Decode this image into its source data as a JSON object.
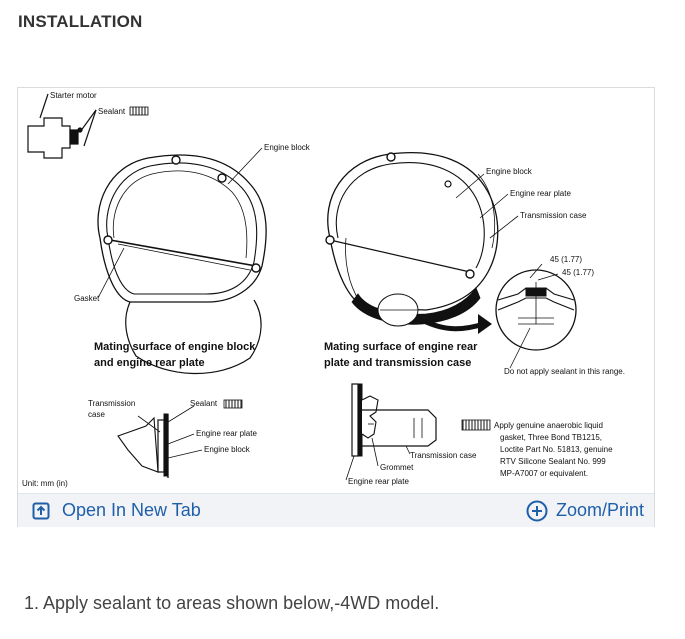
{
  "section": {
    "title": "INSTALLATION"
  },
  "figure": {
    "labels": {
      "starter_motor": "Starter motor",
      "sealant": "Sealant",
      "engine_block": "Engine block",
      "engine_rear_plate": "Engine rear plate",
      "transmission_case": "Transmission case",
      "gasket": "Gasket",
      "dim_1": "45 (1.77)",
      "dim_2": "45 (1.77)",
      "caption_left_1": "Mating surface of engine block",
      "caption_left_2": "and engine rear plate",
      "caption_right_1": "Mating surface of engine rear",
      "caption_right_2": "plate and transmission case",
      "no_sealant": "Do not apply sealant in this range.",
      "transmission_label_1": "Transmission",
      "transmission_label_2": "case",
      "grommet": "Grommet",
      "unit": "Unit: mm (in)",
      "note_lines": [
        "Apply genuine anaerobic liquid",
        "gasket, Three Bond TB1215,",
        "Loctite Part No. 51813, genuine",
        "RTV Silicone Sealant No. 999",
        "MP-A7007 or equivalent."
      ]
    }
  },
  "toolbar": {
    "open_label": "Open In New Tab",
    "zoom_label": "Zoom/Print",
    "open_icon": "open-new-tab-icon",
    "zoom_icon": "zoom-plus-icon",
    "accent_color": "#1f5faa"
  },
  "steps": [
    {
      "text": "1. Apply sealant to areas shown below,-4WD model."
    }
  ]
}
